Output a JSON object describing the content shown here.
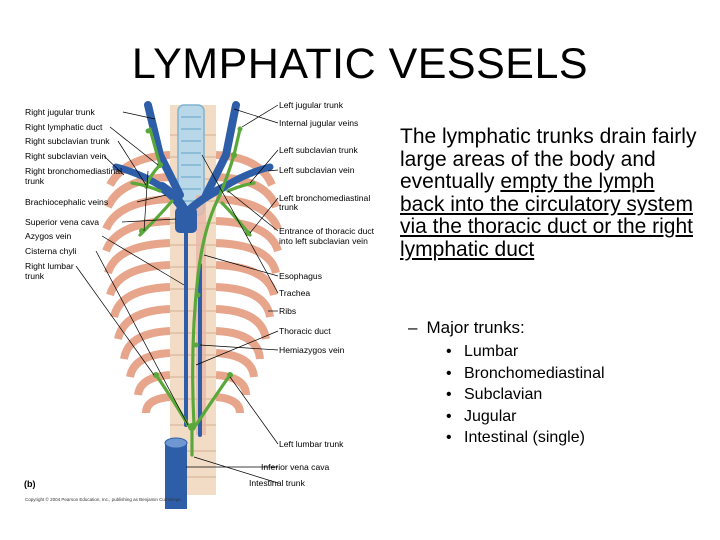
{
  "slide": {
    "title": "LYMPHATIC VESSELS",
    "body_plain": "The lymphatic trunks drain fairly large areas of the body and eventually ",
    "body_underlined": "empty the lymph back into the circulatory system via the thoracic duct or the right lymphatic duct",
    "sub_heading": "Major trunks:",
    "sub_dash": "–",
    "bullets": [
      "Lumbar",
      "Bronchomediastinal",
      "Subclavian",
      "Jugular",
      "Intestinal (single)"
    ]
  },
  "figure": {
    "panel_label": "(b)",
    "copyright": "Copyright © 2004 Pearson Education, Inc., publishing as Benjamin Cummings.",
    "left_labels": [
      "Right jugular trunk",
      "Right lymphatic duct",
      "Right subclavian trunk",
      "Right subclavian vein",
      "Right bronchomediastinal",
      "trunk",
      "Brachiocephalic veins",
      "Superior vena cava",
      "Azygos vein",
      "Cisterna chyli",
      "Right lumbar",
      "trunk"
    ],
    "right_labels": [
      "Left jugular trunk",
      "Internal jugular veins",
      "Left subclavian trunk",
      "Left subclavian vein",
      "Left bronchomediastinal",
      "trunk",
      "Entrance of thoracic duct",
      "into left subclavian vein",
      "Esophagus",
      "Trachea",
      "Ribs",
      "Thoracic duct",
      "Hemiazygos vein",
      "Left lumbar trunk",
      "Inferior vena cava",
      "Intestinal trunk"
    ]
  },
  "colors": {
    "vein": "#2f5ea8",
    "lymph": "#5aa83a",
    "rib": "#e7a58c",
    "vertebra": "#f2dcc6",
    "trachea": "#b8d8ea"
  }
}
